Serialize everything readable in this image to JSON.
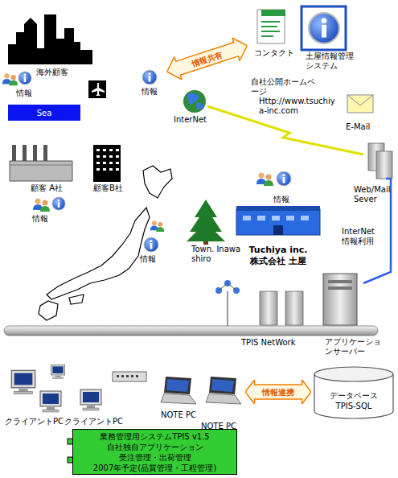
{
  "diagram": {
    "nodes": [
      {
        "text": [
          "Sea"
        ]
      },
      {
        "text": [
          "情報共有"
        ]
      },
      {
        "text": [
          "Tuchiya inc. 株式会社 土屋"
        ]
      },
      {
        "text": [
          "情報連携"
        ]
      },
      {
        "text": [
          "データベース TPIS-SQL"
        ]
      },
      {
        "text": [
          "業務管理用システムTPIS v1.5",
          "自社独自アプリケーション",
          "受注管理・出荷管理",
          "2007年予定(品質管理・工程管理)"
        ]
      }
    ],
    "labels": [
      "海外顧客",
      "情報",
      "情報",
      "コンタクト",
      "土屋情報管理システム",
      "自社公開ホームページ",
      "Http://www.tsuchiya-inc.com",
      "InterNet",
      "E-Mail",
      "Web/Mail Sever",
      "顧客 A社",
      "顧客B社",
      "情報",
      "情報",
      "情報",
      "Town. Inawashiro",
      "InterNet 情報利用",
      "TPIS NetWork",
      "アプリケーションサーバー",
      "クライアントPC",
      "クライアントPC",
      "NOTE PC",
      "NOTE PC"
    ]
  }
}
